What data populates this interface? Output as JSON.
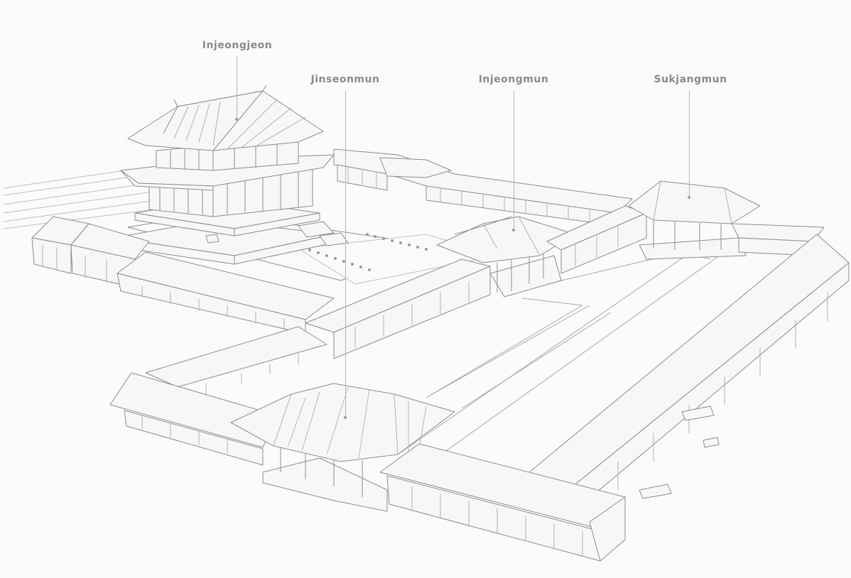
{
  "labels": {
    "injeongjeon": "Injeongjeon",
    "jinseonmun": "Jinseonmun",
    "injeongmun": "Injeongmun",
    "sukjangmun": "Sukjangmun"
  },
  "colors": {
    "background": "#fbfbfb",
    "line": "#8c8c8c",
    "roof_fill": "#f6f6f6",
    "label": "#8a8a8a"
  }
}
